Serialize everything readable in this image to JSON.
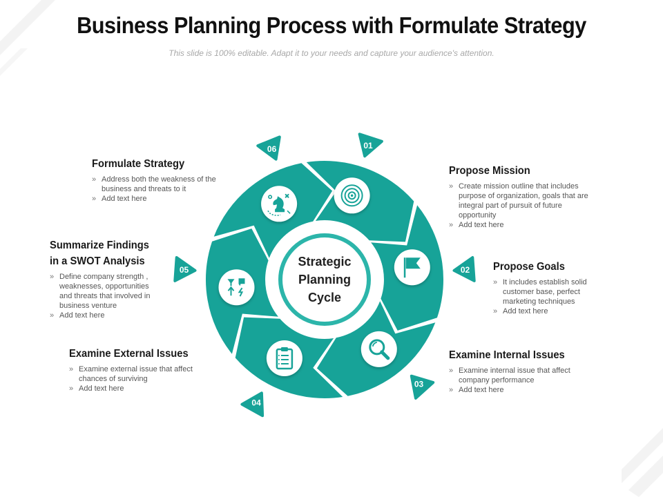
{
  "title": "Business Planning Process with Formulate Strategy",
  "subtitle": "This slide is 100% editable. Adapt it to your needs and capture your audience's attention.",
  "colors": {
    "teal": "#17a398",
    "teal_light": "#3fc4b8",
    "ring": "#2cb5aa",
    "white": "#ffffff"
  },
  "center": {
    "line1": "Strategic",
    "line2": "Planning",
    "line3": "Cycle"
  },
  "steps": [
    {
      "number": "01",
      "icon": "target-icon",
      "heading": "Propose Mission",
      "bullets": [
        "Create mission outline that includes purpose of organization, goals that are integral part of pursuit of future opportunity",
        "Add text here"
      ]
    },
    {
      "number": "02",
      "icon": "flag-icon",
      "heading": "Propose Goals",
      "bullets": [
        "It includes establish solid customer base, perfect marketing techniques",
        "Add text here"
      ]
    },
    {
      "number": "03",
      "icon": "magnifier-icon",
      "heading": "Examine Internal Issues",
      "bullets": [
        "Examine internal issue that affect company performance",
        "Add text here"
      ]
    },
    {
      "number": "04",
      "icon": "clipboard-icon",
      "heading": "Examine External Issues",
      "bullets": [
        "Examine external issue that affect chances of surviving",
        "Add text here"
      ]
    },
    {
      "number": "05",
      "icon": "swot-icon",
      "heading_line1": "Summarize Findings",
      "heading_line2": "in a SWOT Analysis",
      "bullets": [
        "Define company strength , weaknesses, opportunities and threats that involved in business venture",
        "Add text here"
      ]
    },
    {
      "number": "06",
      "icon": "chess-strategy-icon",
      "heading": "Formulate Strategy",
      "bullets": [
        "Address both the weakness of the business and threats to it",
        "Add text here"
      ]
    }
  ]
}
